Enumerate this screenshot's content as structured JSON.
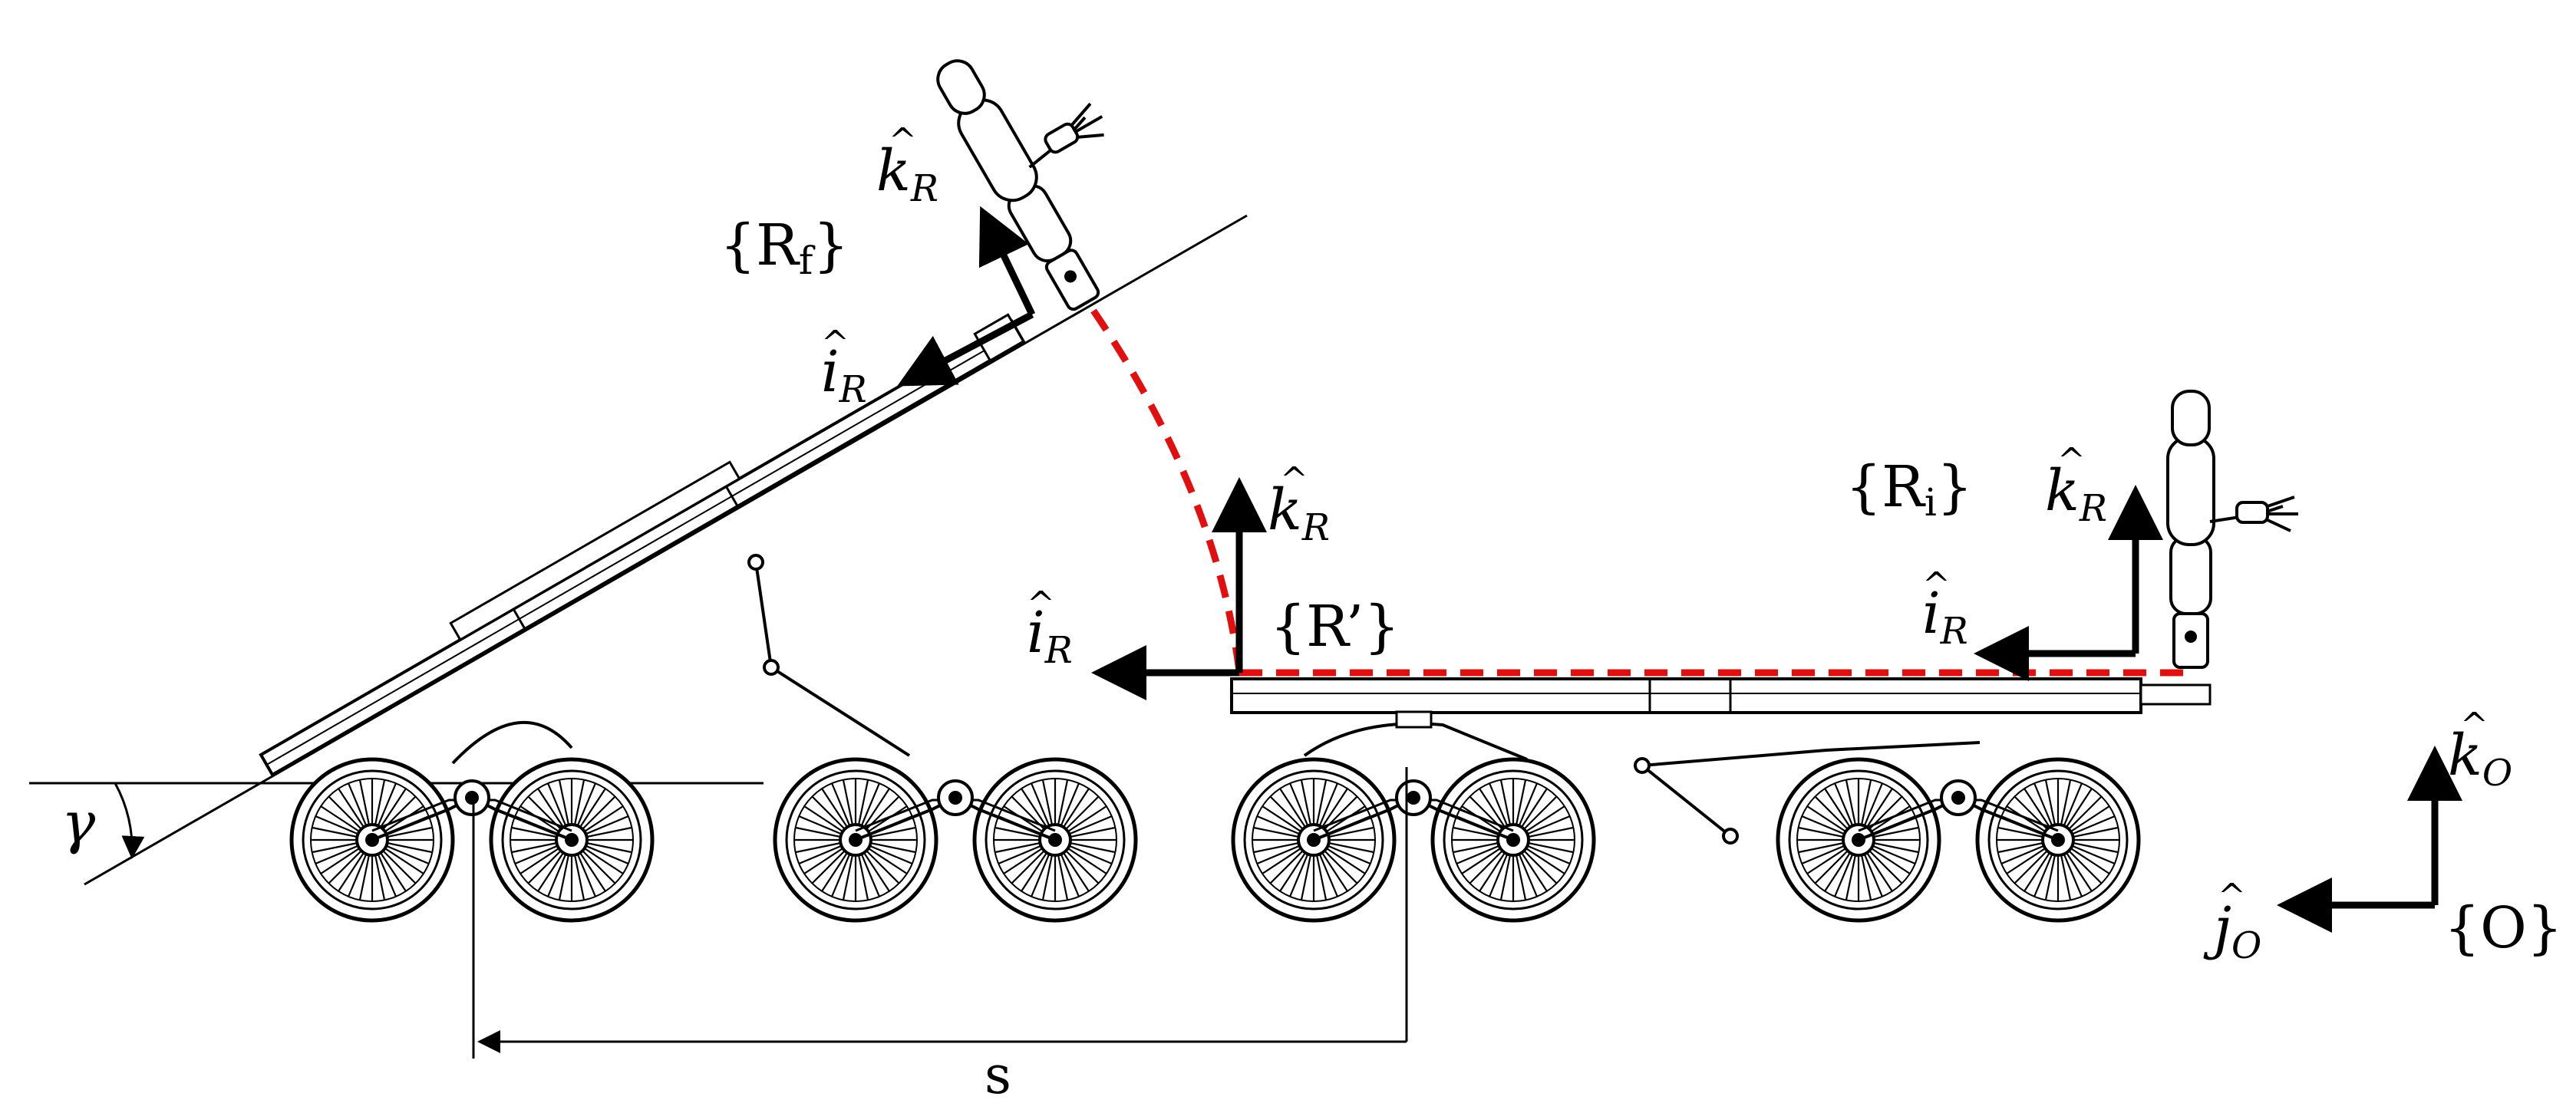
{
  "labels": {
    "frame_final": "{R",
    "frame_final_sub": "f",
    "frame_initial": "{R",
    "frame_initial_sub": "i",
    "frame_intermediate": "{R’}",
    "frame_origin": "{O}",
    "k_R": "k",
    "i_R": "i",
    "R_sub": "R",
    "k_O": "k",
    "j_O": "j",
    "O_sub": "O",
    "hat": "^",
    "brace_close": "}",
    "gamma": "γ",
    "s": "s"
  },
  "colors": {
    "line": "#000000",
    "trajectory": "#e01010",
    "background": "#ffffff"
  }
}
